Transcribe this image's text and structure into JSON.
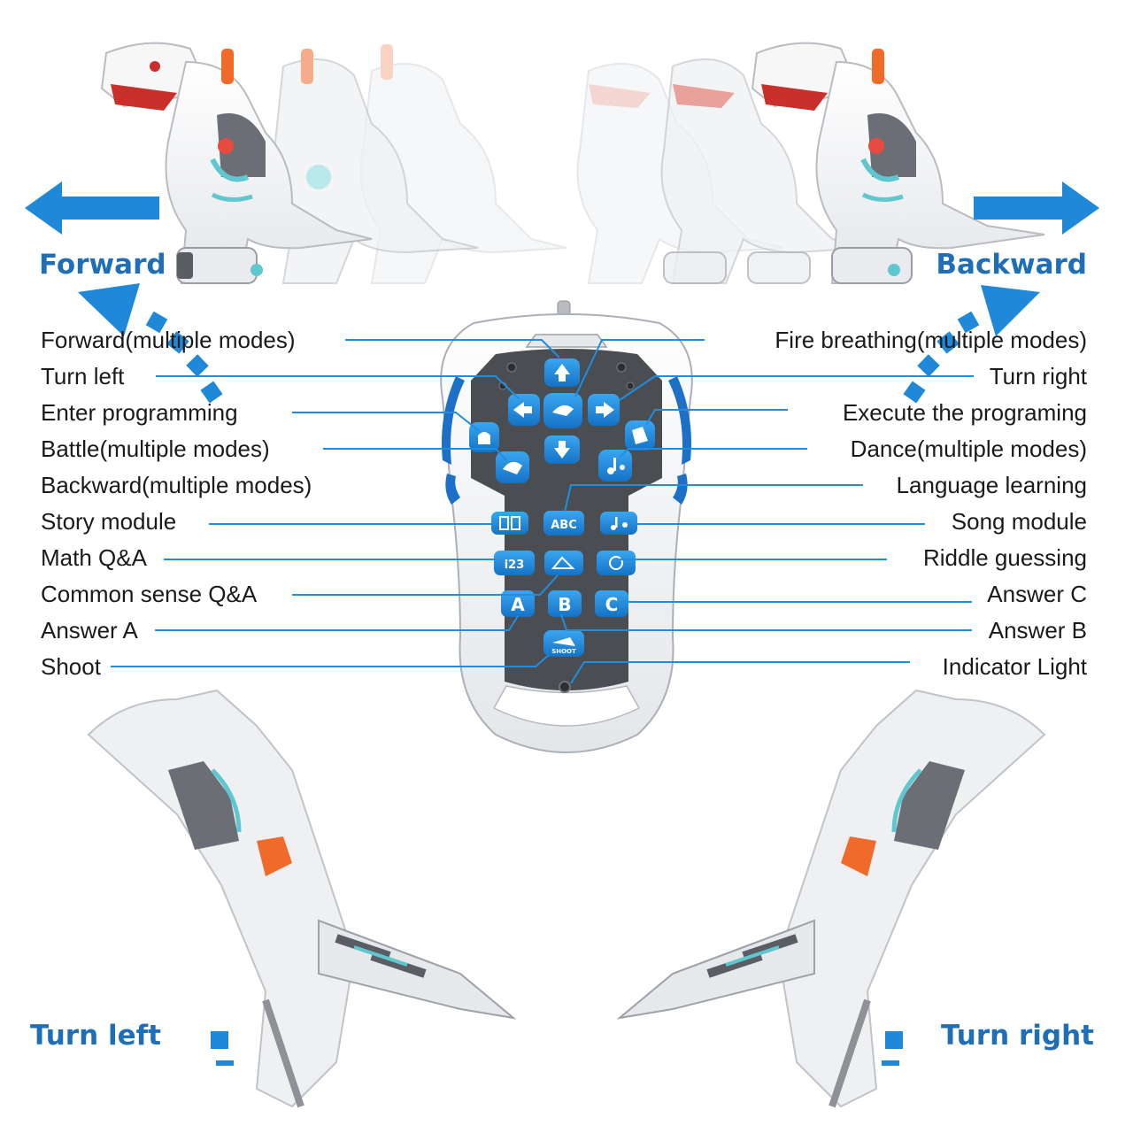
{
  "directions": {
    "forward": "Forward",
    "backward": "Backward",
    "turn_left": "Turn left",
    "turn_right": "Turn right"
  },
  "callouts_left": [
    "Forward(multiple modes)",
    "Turn left",
    "Enter programming",
    "Battle(multiple modes)",
    "Backward(multiple modes)",
    "Story module",
    "Math Q&A",
    "Common sense Q&A",
    "Answer A",
    "Shoot"
  ],
  "callouts_right": [
    "Fire breathing(multiple modes)",
    "Turn right",
    "Execute the programing",
    "Dance(multiple modes)",
    "Language learning",
    "Song module",
    "Riddle guessing",
    "Answer C",
    "Answer B",
    "Indicator Light"
  ],
  "remote_keys": {
    "abc": "ABC",
    "num": "i23",
    "a": "A",
    "b": "B",
    "c": "C",
    "shoot": "SHOOT"
  },
  "colors": {
    "accent_blue": "#1f6fb8",
    "button_blue": "#1e8fe0",
    "remote_body": "#f2f3f5",
    "remote_panel": "#4a4d52",
    "dino_teal": "#5fc7cf",
    "dino_orange": "#f06a2a"
  }
}
